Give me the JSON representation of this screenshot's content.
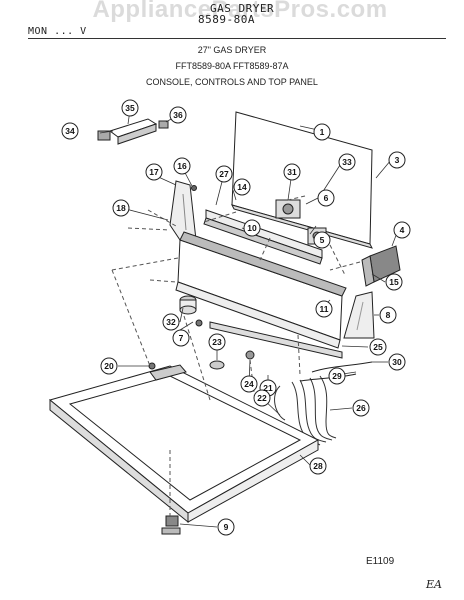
{
  "header": {
    "line1": "GAS DRYER",
    "line2": "8589-80A",
    "left_label": "MON ... V"
  },
  "watermark": "AppliancePartsPros.com",
  "titles": {
    "product": "27\" GAS DRYER",
    "models": "FFT8589-80A  FFT8589-87A",
    "section": "CONSOLE, CONTROLS AND TOP PANEL"
  },
  "diagram_code": "E1109",
  "signature": "EA",
  "callouts": [
    "1",
    "3",
    "4",
    "5",
    "6",
    "7",
    "8",
    "9",
    "10",
    "11",
    "14",
    "15",
    "16",
    "17",
    "18",
    "20",
    "21",
    "22",
    "23",
    "24",
    "25",
    "26",
    "27",
    "28",
    "29",
    "30",
    "31",
    "32",
    "33",
    "34",
    "35",
    "36"
  ]
}
